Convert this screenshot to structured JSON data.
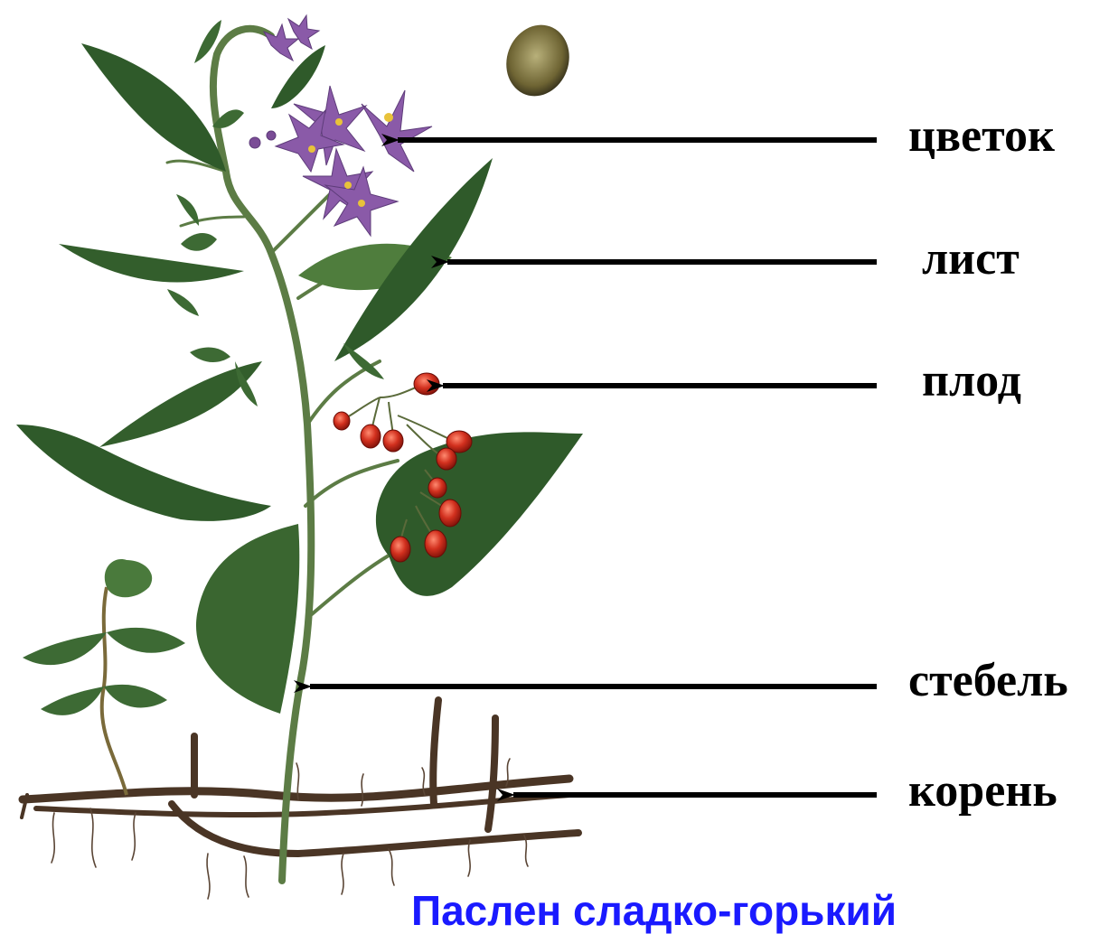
{
  "labels": {
    "flower": "цветок",
    "leaf": "лист",
    "fruit": "плод",
    "stem": "стебель",
    "root": "корень"
  },
  "caption": "Паслен сладко-горький",
  "colors": {
    "leaf": "#2f5a2a",
    "leaf_light": "#4f7d3d",
    "stem": "#5c7c45",
    "flower": "#8a5aa8",
    "berry": "#c8281e",
    "root": "#4a3525",
    "seed": "#6b5a2e",
    "caption": "#1a1aff"
  }
}
